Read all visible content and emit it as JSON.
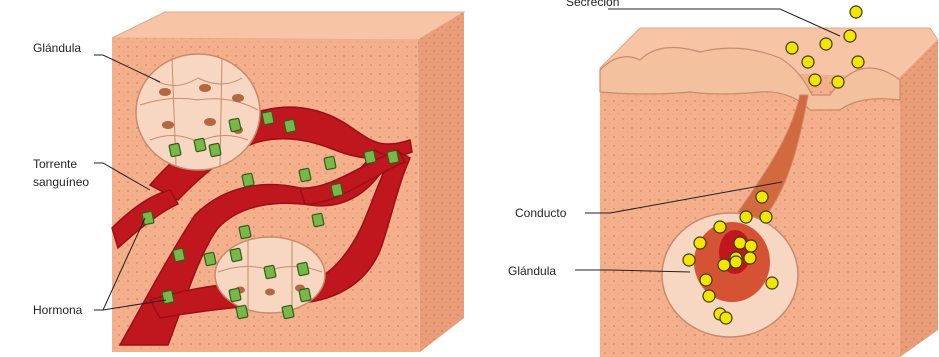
{
  "colors": {
    "tissue": "#f4b08c",
    "tissue_dark": "#e0906a",
    "tissue_side": "#dd8f68",
    "blood": "#c0161e",
    "blood_dark": "#8f0d12",
    "cell_fill": "#f7d7c2",
    "cell_line": "#c98a6b",
    "nucleus": "#b5673f",
    "hormone": "#7ab648",
    "hormone_edge": "#2e5e1c",
    "secretion": "#f2e600",
    "secretion_edge": "#3b3b00"
  },
  "left_panel": {
    "labels": {
      "gland": "Glándula",
      "bloodstream_1": "Torrente",
      "bloodstream_2": "sanguíneo",
      "hormone": "Hormona"
    }
  },
  "right_panel": {
    "labels": {
      "secretion": "Secreción",
      "duct": "Conducto",
      "gland": "Glándula"
    }
  }
}
